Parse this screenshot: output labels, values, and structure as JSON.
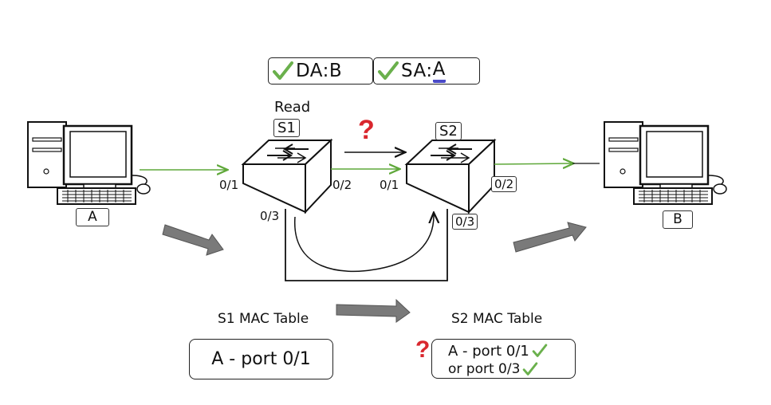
{
  "frame": {
    "da": "DA:B",
    "sa_prefix": "SA:",
    "sa_value": "A"
  },
  "annotation_read": "Read",
  "switches": {
    "s1": {
      "label": "S1",
      "port_left": "0/1",
      "port_right": "0/2",
      "port_bottom": "0/3"
    },
    "s2": {
      "label": "S2",
      "port_left": "0/1",
      "port_right": "0/2",
      "port_bottom": "0/3"
    }
  },
  "hosts": {
    "a": {
      "label": "A"
    },
    "b": {
      "label": "B"
    }
  },
  "question_mark": "?",
  "s1_table": {
    "title": "S1 MAC Table",
    "entry": "A - port 0/1"
  },
  "s2_table": {
    "title": "S2 MAC Table",
    "entry_1": "A - port 0/1",
    "entry_2": "or port 0/3"
  },
  "colors": {
    "green": "#5fa83a",
    "check": "#6ab04c",
    "red": "#d9272e",
    "arrow_gray": "#7a7a7a",
    "underline": "#4a4ac8"
  }
}
